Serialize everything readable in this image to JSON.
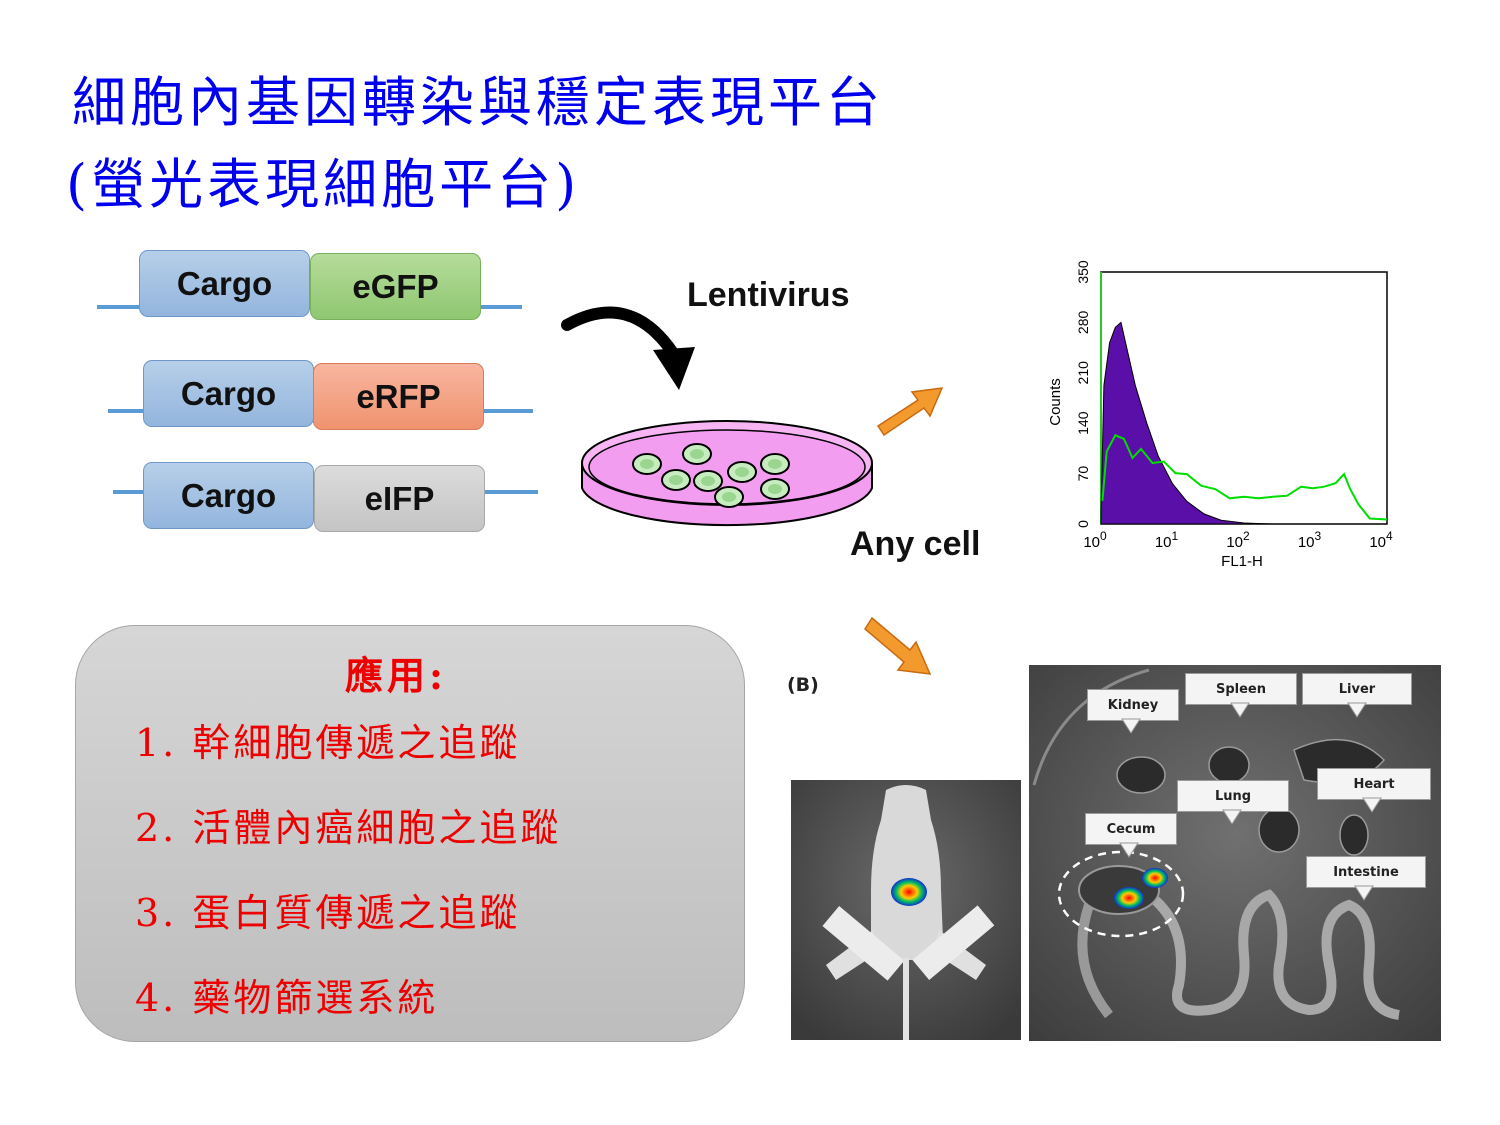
{
  "title": {
    "line1": "細胞內基因轉染與穩定表現平台",
    "line2": "(螢光表現細胞平台)"
  },
  "constructs": [
    {
      "cargo": "Cargo",
      "reporter": "eGFP"
    },
    {
      "cargo": "Cargo",
      "reporter": "eRFP"
    },
    {
      "cargo": "Cargo",
      "reporter": "eIFP"
    }
  ],
  "transfer_label": "Lentivirus",
  "dish_label": "Any cell",
  "histogram": {
    "ylabel": "Counts",
    "xlabel": "FL1-H",
    "yticks": [
      "0",
      "70",
      "140",
      "210",
      "280",
      "350"
    ],
    "xticks": [
      {
        "base": "10",
        "exp": "0"
      },
      {
        "base": "10",
        "exp": "1"
      },
      {
        "base": "10",
        "exp": "2"
      },
      {
        "base": "10",
        "exp": "3"
      },
      {
        "base": "10",
        "exp": "4"
      }
    ],
    "colors": {
      "control_fill": "#5a0fa8",
      "positive_line": "#00dd00",
      "axis_y": "#22cc22"
    }
  },
  "applications": {
    "heading": "應用:",
    "items": [
      "1. 幹細胞傳遞之追蹤",
      "2. 活體內癌細胞之追蹤",
      "3. 蛋白質傳遞之追蹤",
      "4. 藥物篩選系統"
    ]
  },
  "imaging": {
    "panel_label": "(B)",
    "organs": [
      "Kidney",
      "Spleen",
      "Liver",
      "Lung",
      "Heart",
      "Cecum",
      "Intestine"
    ]
  },
  "colors": {
    "title": "#0000ee",
    "applications_text": "#ee0000",
    "arrow_orange": "#f39a2e"
  }
}
